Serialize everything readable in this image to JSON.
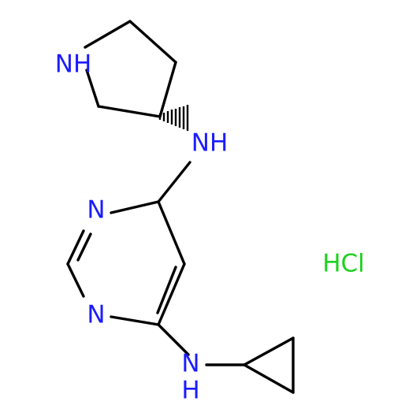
{
  "molecule": {
    "atoms": {
      "pyrrolidine_n": "NH",
      "amine_n_top": "NH",
      "ring_n_upper": "N",
      "ring_n_lower": "N",
      "amine_n_bottom": "N",
      "amine_h_bottom": "H"
    },
    "salt": "HCl"
  },
  "colors": {
    "nitrogen": "#1c1cff",
    "chlorine": "#1fd01f",
    "bond": "#000000"
  }
}
